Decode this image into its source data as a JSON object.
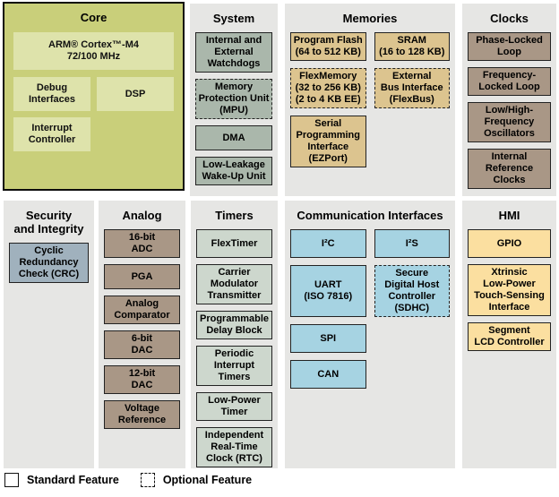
{
  "legend": {
    "standard_label": "Standard Feature",
    "optional_label": "Optional Feature"
  },
  "colors": {
    "core_panel_bg": "#c9cf7a",
    "core_block_bg": "#dee3ab",
    "panel_bg": "#e6e6e4",
    "system_block_bg": "#aab7ab",
    "timers_block_bg": "#cdd7cd",
    "memories_block_bg": "#dcc48f",
    "clocks_analog_block_bg": "#a99786",
    "security_block_bg": "#a0b1bd",
    "communication_block_bg": "#a6d3e2",
    "hmi_block_bg": "#fbdfa0",
    "block_border": "#222222"
  },
  "sections": {
    "core": {
      "title": "Core",
      "blocks": [
        {
          "label": "ARM® Cortex™-M4\n72/100 MHz",
          "optional": false
        },
        {
          "label": "Debug\nInterfaces",
          "optional": false
        },
        {
          "label": "DSP",
          "optional": false
        },
        {
          "label": "Interrupt\nController",
          "optional": false
        }
      ]
    },
    "system": {
      "title": "System",
      "blocks": [
        {
          "label": "Internal and\nExternal\nWatchdogs",
          "optional": false
        },
        {
          "label": "Memory\nProtection Unit\n(MPU)",
          "optional": true
        },
        {
          "label": "DMA",
          "optional": false
        },
        {
          "label": "Low-Leakage\nWake-Up Unit",
          "optional": false
        }
      ]
    },
    "memories": {
      "title": "Memories",
      "blocks": [
        {
          "label": "Program Flash\n(64 to 512 KB)",
          "optional": false
        },
        {
          "label": "SRAM\n(16 to 128 KB)",
          "optional": false
        },
        {
          "label": "FlexMemory\n(32 to 256 KB)\n(2 to 4 KB EE)",
          "optional": true
        },
        {
          "label": "External\nBus Interface\n(FlexBus)",
          "optional": true
        },
        {
          "label": "Serial\nProgramming\nInterface\n(EZPort)",
          "optional": false
        }
      ]
    },
    "clocks": {
      "title": "Clocks",
      "blocks": [
        {
          "label": "Phase-Locked\nLoop",
          "optional": false
        },
        {
          "label": "Frequency-\nLocked Loop",
          "optional": false
        },
        {
          "label": "Low/High-\nFrequency\nOscillators",
          "optional": false
        },
        {
          "label": "Internal\nReference\nClocks",
          "optional": false
        }
      ]
    },
    "security": {
      "title": "Security\nand Integrity",
      "blocks": [
        {
          "label": "Cyclic\nRedundancy\nCheck (CRC)",
          "optional": false
        }
      ]
    },
    "analog": {
      "title": "Analog",
      "blocks": [
        {
          "label": "16-bit\nADC",
          "optional": false
        },
        {
          "label": "PGA",
          "optional": false
        },
        {
          "label": "Analog\nComparator",
          "optional": false
        },
        {
          "label": "6-bit\nDAC",
          "optional": false
        },
        {
          "label": "12-bit\nDAC",
          "optional": false
        },
        {
          "label": "Voltage\nReference",
          "optional": false
        }
      ]
    },
    "timers": {
      "title": "Timers",
      "blocks": [
        {
          "label": "FlexTimer",
          "optional": false
        },
        {
          "label": "Carrier\nModulator\nTransmitter",
          "optional": false
        },
        {
          "label": "Programmable\nDelay Block",
          "optional": false
        },
        {
          "label": "Periodic\nInterrupt\nTimers",
          "optional": false
        },
        {
          "label": "Low-Power\nTimer",
          "optional": false
        },
        {
          "label": "Independent\nReal-Time\nClock (RTC)",
          "optional": false
        }
      ]
    },
    "communication": {
      "title": "Communication Interfaces",
      "blocks": [
        {
          "label": "I²C",
          "optional": false
        },
        {
          "label": "I²S",
          "optional": false
        },
        {
          "label": "UART\n(ISO 7816)",
          "optional": false
        },
        {
          "label": "Secure\nDigital Host\nController\n(SDHC)",
          "optional": true
        },
        {
          "label": "SPI",
          "optional": false
        },
        {
          "label": "CAN",
          "optional": false
        }
      ]
    },
    "hmi": {
      "title": "HMI",
      "blocks": [
        {
          "label": "GPIO",
          "optional": false
        },
        {
          "label": "Xtrinsic\nLow-Power\nTouch-Sensing\nInterface",
          "optional": false
        },
        {
          "label": "Segment\nLCD Controller",
          "optional": false
        }
      ]
    }
  }
}
